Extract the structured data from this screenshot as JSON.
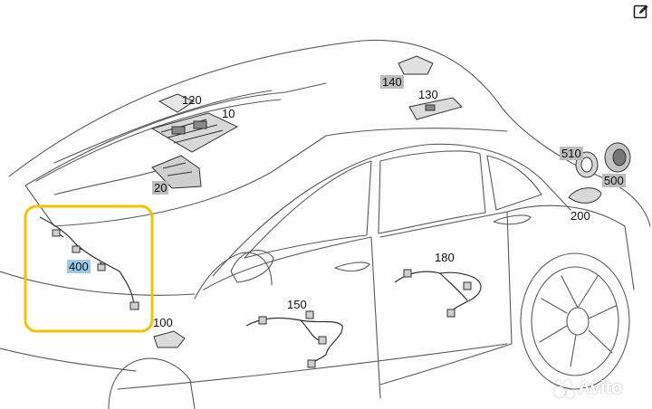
{
  "callouts": {
    "c10": "10",
    "c20": "20",
    "c100": "100",
    "c120": "120",
    "c130": "130",
    "c140": "140",
    "c150": "150",
    "c180": "180",
    "c200": "200",
    "c400": "400",
    "c500": "500",
    "c510": "510"
  },
  "watermark": {
    "text": "Avito"
  },
  "icons": {
    "edit": "edit-pencil-icon",
    "watermark": "avito-logo-icon"
  },
  "colors": {
    "line": "#5a5a5a",
    "highlight_box": "#f5c200",
    "label_grey": "#bdbdbd",
    "label_blue": "#9ec9e6"
  }
}
